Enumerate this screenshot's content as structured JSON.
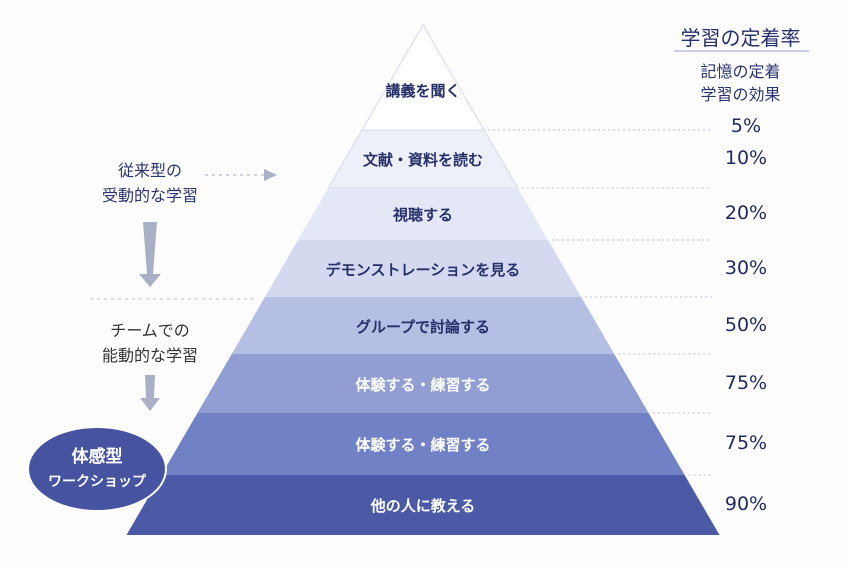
{
  "header": {
    "title": "学習の定着率",
    "subtitle_line1": "記憶の定着",
    "subtitle_line2": "学習の効果"
  },
  "levels": [
    {
      "label": "講義を聞く",
      "percent": "5%",
      "color": "#ffffff",
      "text_color": "#26306a"
    },
    {
      "label": "文献・資料を読む",
      "percent": "10%",
      "color": "#eef0f9",
      "text_color": "#26306a"
    },
    {
      "label": "視聴する",
      "percent": "20%",
      "color": "#e4e7f6",
      "text_color": "#26306a"
    },
    {
      "label": "デモンストレーションを見る",
      "percent": "30%",
      "color": "#d4d9f0",
      "text_color": "#26306a"
    },
    {
      "label": "グループで討論する",
      "percent": "50%",
      "color": "#b5bfe4",
      "text_color": "#26306a"
    },
    {
      "label": "体験する・練習する",
      "percent": "75%",
      "color": "#909ed4",
      "text_color": "#ffffff"
    },
    {
      "label": "体験する・練習する",
      "percent": "75%",
      "color": "#7081c6",
      "text_color": "#ffffff"
    },
    {
      "label": "他の人に教える",
      "percent": "90%",
      "color": "#4a5aa6",
      "text_color": "#ffffff"
    }
  ],
  "side": {
    "passive_line1": "従来型の",
    "passive_line2": "受動的な学習",
    "active_line1": "チームでの",
    "active_line2": "能動的な学習",
    "badge_line1": "体感型",
    "badge_line2": "ワークショップ"
  }
}
